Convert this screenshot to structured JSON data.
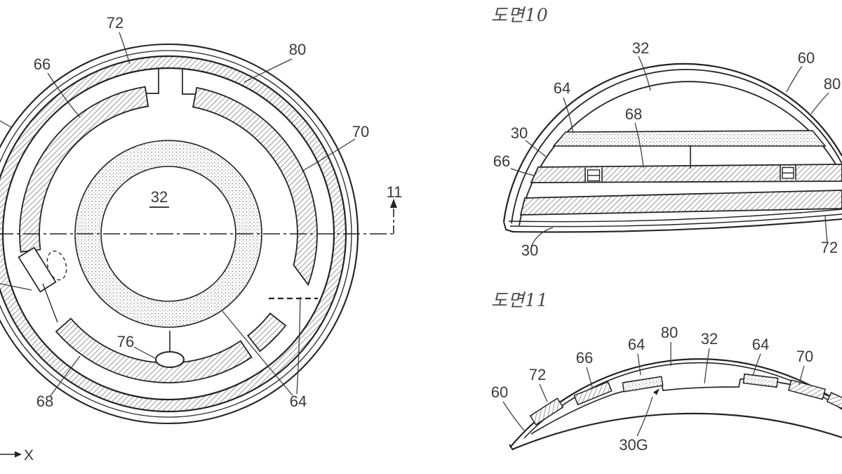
{
  "colors": {
    "line": "#232323",
    "label": "#3a3a3a",
    "background": "#ffffff"
  },
  "lens_top_view": {
    "ref_labels": {
      "r72": "72",
      "r66": "66",
      "r80": "80",
      "r70": "70",
      "r32": "32",
      "r11": "11",
      "r76": "76",
      "r68": "68",
      "r64": "64"
    },
    "axis_label_x": "X"
  },
  "figure_10": {
    "title": "도면10",
    "ref_labels": {
      "r32": "32",
      "r60": "60",
      "r80": "80",
      "r64": "64",
      "r68": "68",
      "r30_top": "30",
      "r66": "66",
      "r30_bottom": "30",
      "r72": "72"
    }
  },
  "figure_11": {
    "title": "도면11",
    "ref_labels": {
      "r60": "60",
      "r72": "72",
      "r66": "66",
      "r64_left": "64",
      "r80": "80",
      "r32": "32",
      "r64_right": "64",
      "r70": "70",
      "r30g": "30G"
    }
  }
}
